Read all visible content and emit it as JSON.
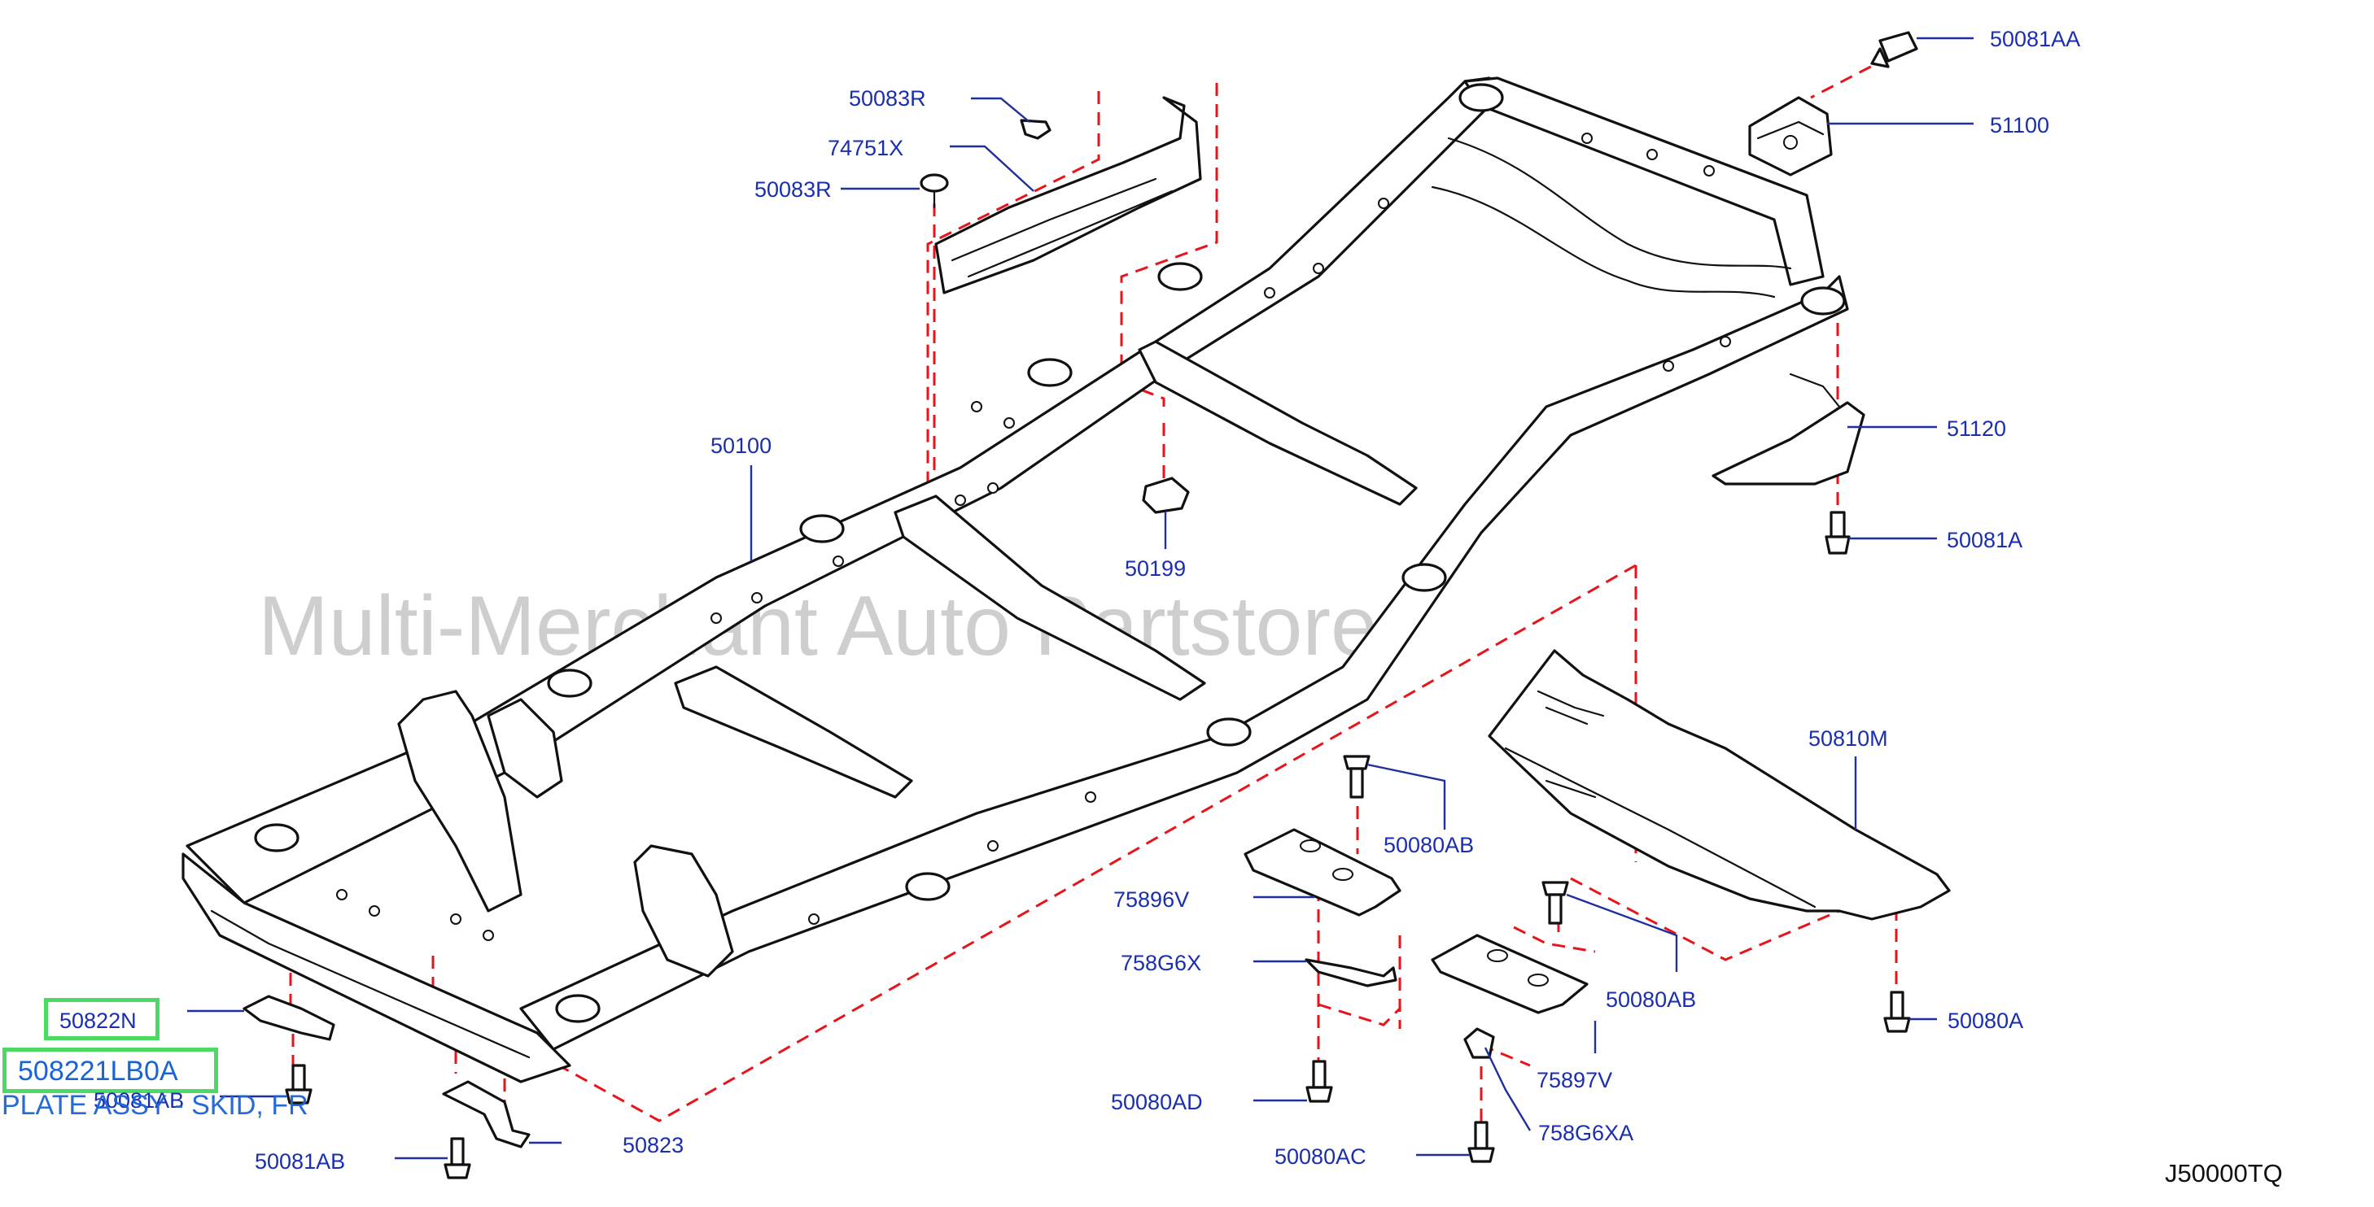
{
  "watermark": "Multi-Merchant Auto Partstore",
  "diagram_code": "J50000TQ",
  "highlight": {
    "ref_label": "50822N",
    "part_number": "508221LB0A",
    "description": "PLATE ASSY - SKID, FR"
  },
  "parts": [
    {
      "id": "50081AA",
      "label": "50081AA"
    },
    {
      "id": "51100",
      "label": "51100"
    },
    {
      "id": "50083R_top",
      "label": "50083R"
    },
    {
      "id": "74751X",
      "label": "74751X"
    },
    {
      "id": "50083R_bottom",
      "label": "50083R"
    },
    {
      "id": "50100",
      "label": "50100"
    },
    {
      "id": "50199",
      "label": "50199"
    },
    {
      "id": "51120",
      "label": "51120"
    },
    {
      "id": "50081A",
      "label": "50081A"
    },
    {
      "id": "50810M",
      "label": "50810M"
    },
    {
      "id": "50080AB_1",
      "label": "50080AB"
    },
    {
      "id": "75896V",
      "label": "75896V"
    },
    {
      "id": "758G6X",
      "label": "758G6X"
    },
    {
      "id": "50080AB_2",
      "label": "50080AB"
    },
    {
      "id": "50080A",
      "label": "50080A"
    },
    {
      "id": "75897V",
      "label": "75897V"
    },
    {
      "id": "758G6XA",
      "label": "758G6XA"
    },
    {
      "id": "50080AD",
      "label": "50080AD"
    },
    {
      "id": "50080AC",
      "label": "50080AC"
    },
    {
      "id": "50823",
      "label": "50823"
    },
    {
      "id": "50081AB_1",
      "label": "50081AB"
    },
    {
      "id": "50081AB_2",
      "label": "50081AB"
    }
  ],
  "colors": {
    "label": "#1a2fb0",
    "leader": "#1f2f9e",
    "dashed_guide": "#e8141c",
    "highlight_border": "#4cd964",
    "highlight_text": "#1a63d6",
    "watermark": "#c9c9c9"
  }
}
